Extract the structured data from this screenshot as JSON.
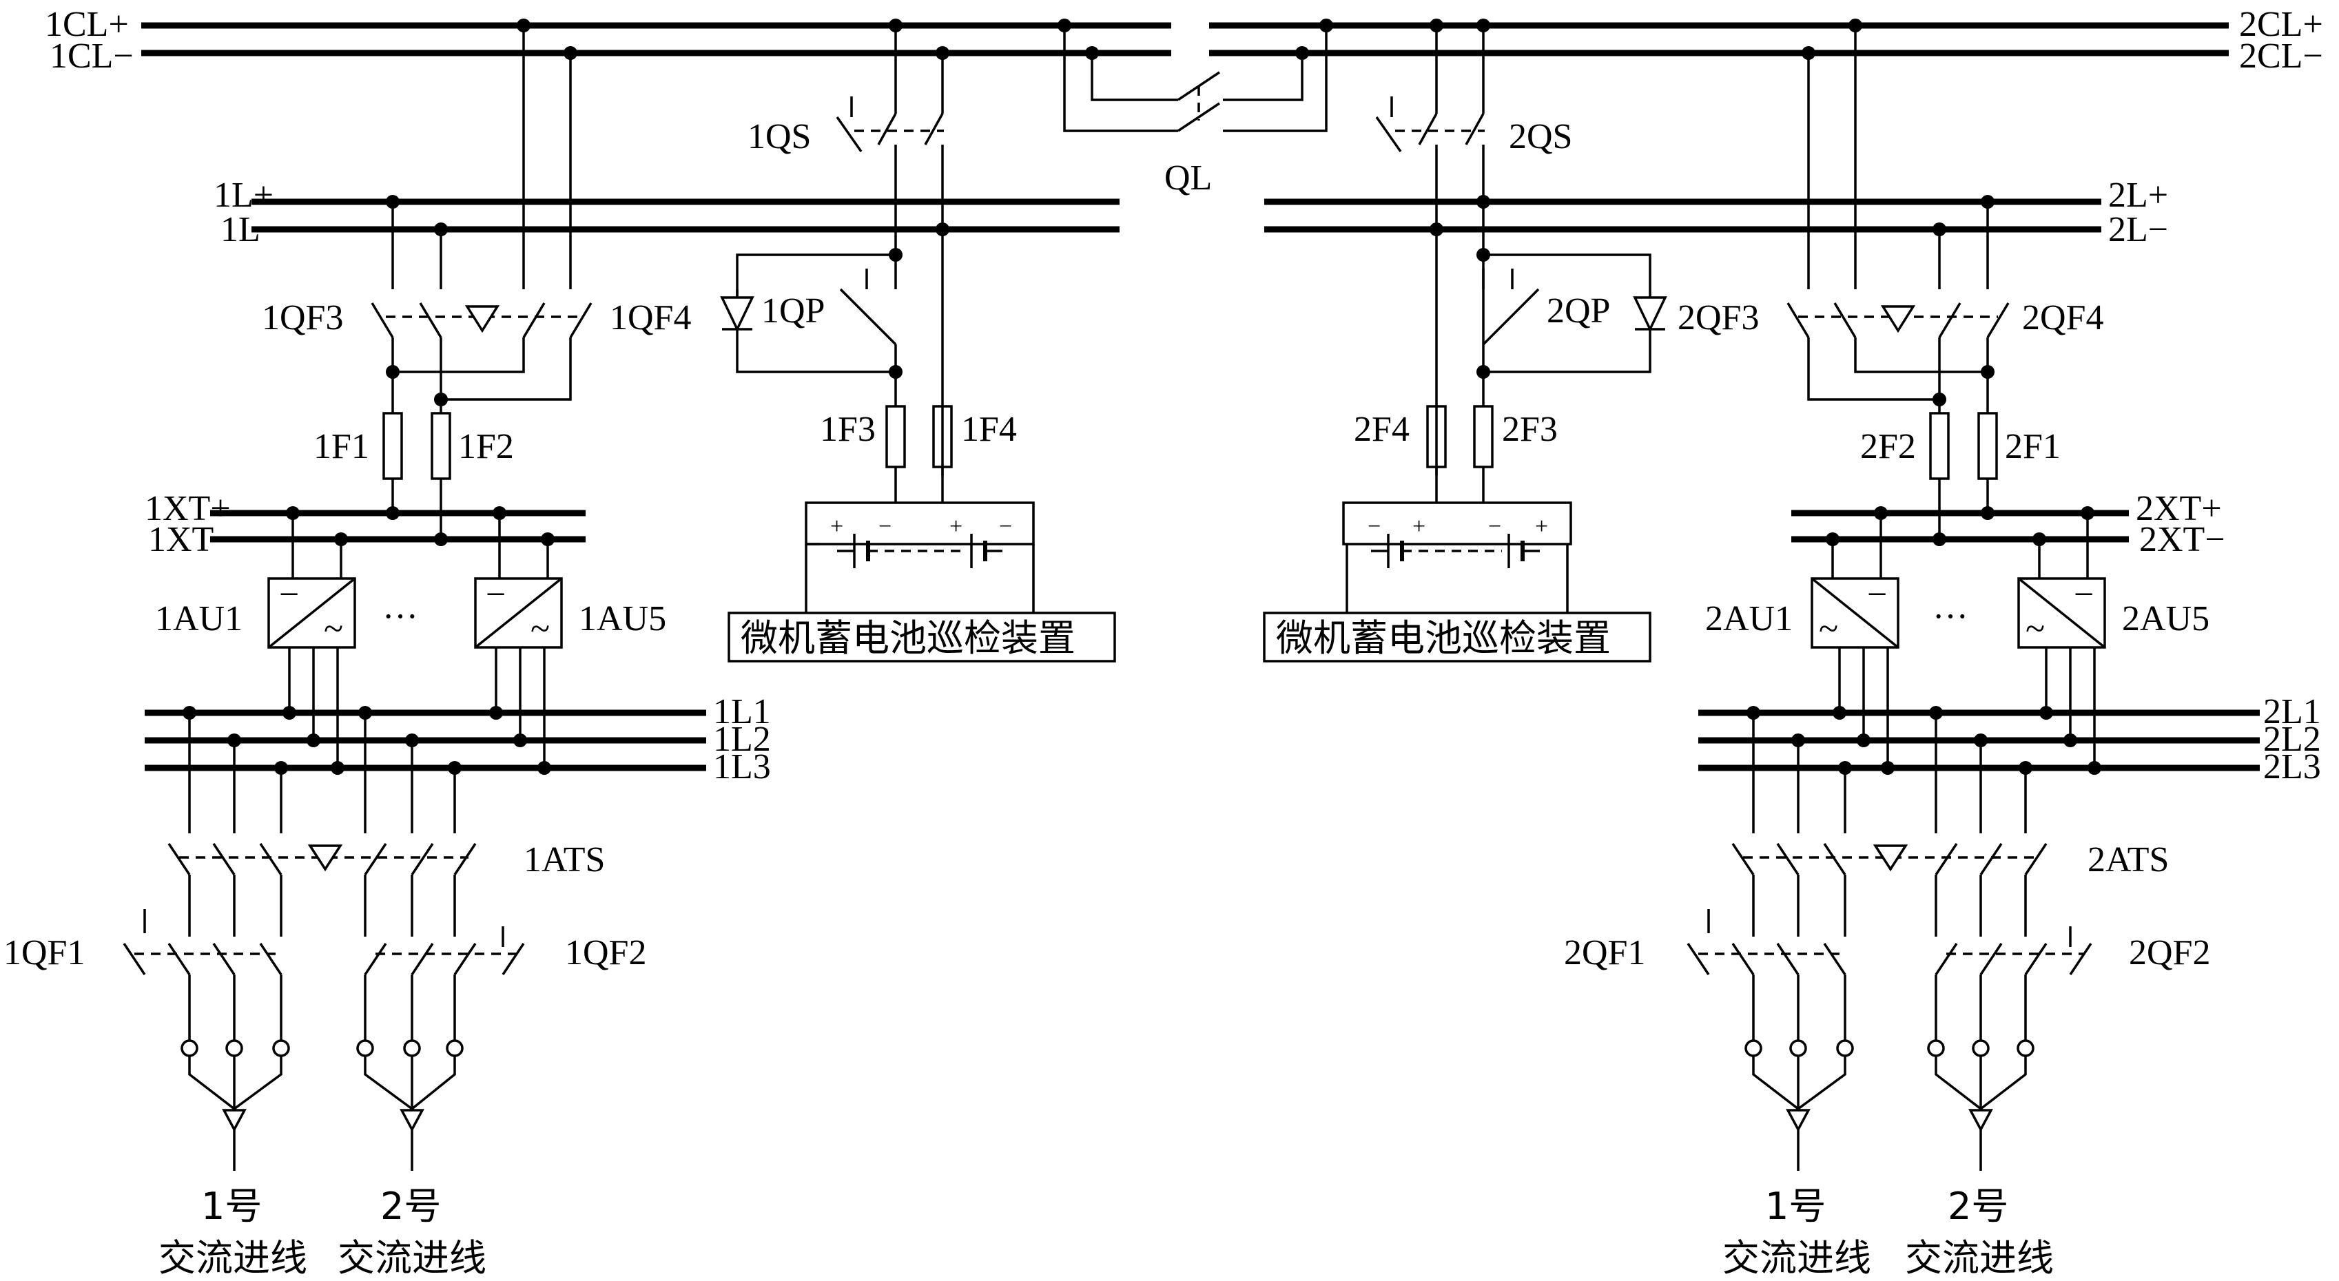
{
  "buses": {
    "l_cl_plus": "1CL+",
    "l_cl_minus": "1CL−",
    "r_cl_plus": "2CL+",
    "r_cl_minus": "2CL−",
    "l_l_plus": "1L+",
    "l_l_minus": "1L−",
    "r_l_plus": "2L+",
    "r_l_minus": "2L−",
    "l_xt_plus": "1XT+",
    "l_xt_minus": "1XT−",
    "r_xt_plus": "2XT+",
    "r_xt_minus": "2XT−",
    "l_ac1": "1L1",
    "l_ac2": "1L2",
    "l_ac3": "1L3",
    "r_ac1": "2L1",
    "r_ac2": "2L2",
    "r_ac3": "2L3"
  },
  "devices": {
    "l_qs": "1QS",
    "r_qs": "2QS",
    "ql": "QL",
    "l_qf3": "1QF3",
    "l_qf4": "1QF4",
    "r_qf3": "2QF3",
    "r_qf4": "2QF4",
    "l_qp": "1QP",
    "r_qp": "2QP",
    "l_f1": "1F1",
    "l_f2": "1F2",
    "l_f3": "1F3",
    "l_f4": "1F4",
    "r_f1": "2F1",
    "r_f2": "2F2",
    "r_f3": "2F3",
    "r_f4": "2F4",
    "l_au1": "1AU1",
    "l_au5": "1AU5",
    "r_au1": "2AU1",
    "r_au5": "2AU5",
    "ellipsis": "···",
    "l_ats": "1ATS",
    "r_ats": "2ATS",
    "l_qf1": "1QF1",
    "l_qf2": "1QF2",
    "r_qf1": "2QF1",
    "r_qf2": "2QF2"
  },
  "battery_monitor": "微机蓄电池巡检装置",
  "incoming": {
    "no1": "1号",
    "no2": "2号",
    "ac_line": "交流进线"
  },
  "symbols": {
    "plus": "+",
    "minus": "−",
    "dc": "−",
    "ac": "~"
  }
}
